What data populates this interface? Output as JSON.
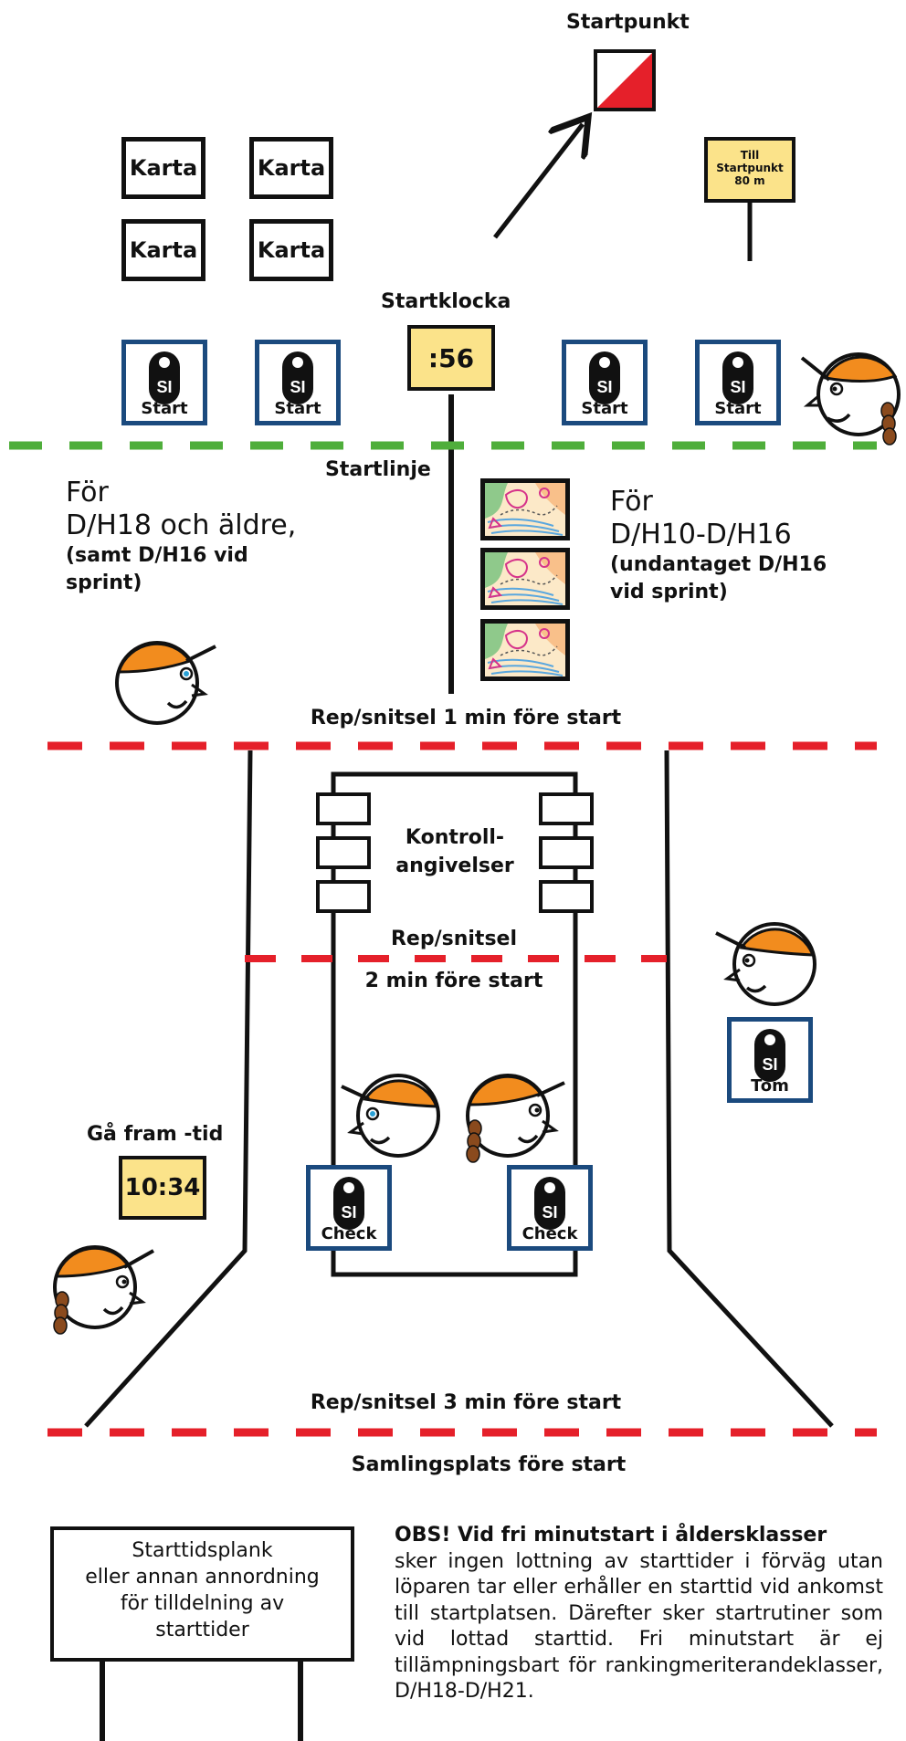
{
  "labels": {
    "startpunkt": "Startpunkt",
    "startklocka": "Startklocka",
    "startlinje": "Startlinje",
    "rep_1min": "Rep/snitsel 1 min före start",
    "rep_2min_a": "Rep/snitsel",
    "rep_2min_b": "2 min före start",
    "rep_3min": "Rep/snitsel 3 min före start",
    "samlingsplats": "Samlingsplats före start",
    "kontroll_a": "Kontroll-",
    "kontroll_b": "angivelser",
    "ga_fram": "Gå fram -tid"
  },
  "karta_boxes": [
    "Karta",
    "Karta",
    "Karta",
    "Karta"
  ],
  "sign": {
    "line1": "Till",
    "line2": "Startpunkt",
    "line3": "80 m"
  },
  "clocks": {
    "start_clock": ":56",
    "ga_fram_clock": "10:34"
  },
  "si": {
    "badge": "SI",
    "start_units": [
      "Start",
      "Start",
      "Start",
      "Start"
    ],
    "check_units": [
      "Check",
      "Check"
    ],
    "tom_unit": "Töm"
  },
  "left_group": {
    "line1": "För",
    "line2": "D/H18 och äldre,",
    "line3": "(samt D/H16 vid",
    "line4": "sprint)"
  },
  "right_group": {
    "line1": "För",
    "line2": "D/H10-D/H16",
    "line3": "(undantaget D/H16",
    "line4": "vid sprint)"
  },
  "starttidsplank": {
    "title": "Starttidsplank",
    "line2": "eller annan annordning",
    "line3": "för tilldelning av",
    "line4": "starttider"
  },
  "note": {
    "heading": "OBS! Vid fri minutstart i åldersklasser",
    "body": "sker ingen lottning av starttider i förväg utan löparen tar eller erhåller en starttid vid ankomst till startplatsen. Därefter sker startrutiner som vid lottad starttid. Fri minutstart är ej tillämpningsbart för rankingmeriterandeklasser, D/H18-D/H21."
  },
  "colors": {
    "orange": "#f28c1e",
    "red": "#e5202a",
    "green": "#4fae3b",
    "navy": "#1b4a7e",
    "yellow": "#fbe38a"
  }
}
